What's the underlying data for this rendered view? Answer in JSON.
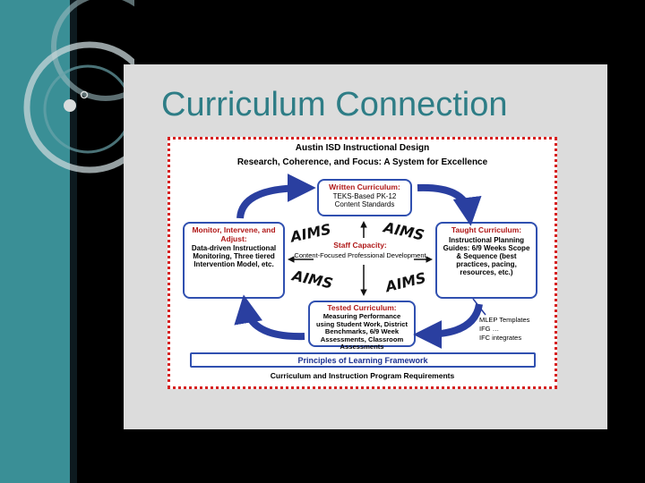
{
  "slide": {
    "title": "Curriculum Connection"
  },
  "diagram": {
    "heading1": "Austin ISD Instructional Design",
    "heading2": "Research, Coherence, and Focus: A System for Excellence",
    "written": {
      "title": "Written Curriculum:",
      "body": "TEKS-Based PK-12 Content Standards"
    },
    "monitor": {
      "title": "Monitor, Intervene, and Adjust:",
      "body": "Data-driven Instructional Monitoring, Three tiered Intervention Model, etc."
    },
    "taught": {
      "title": "Taught Curriculum:",
      "body": "Instructional Planning Guides: 6/9 Weeks Scope & Sequence (best practices, pacing, resources, etc.)"
    },
    "staff": {
      "title": "Staff Capacity:",
      "body": "Content-Focused Professional Development"
    },
    "tested": {
      "title": "Tested Curriculum:",
      "body": "Measuring Performance using Student Work, District Benchmarks, 6/9 Week Assessments, Classroom Assessments"
    },
    "aims": "AIMS",
    "mlep_note": [
      "MLEP Templates",
      "IFG …",
      "IFC integrates"
    ],
    "framework": "Principles of Learning Framework",
    "footer": "Curriculum and Instruction Program Requirements"
  },
  "colors": {
    "teal": "#3a8f96",
    "title": "#2e7d86",
    "panel": "#dcdcdc",
    "border_red": "#d62020",
    "box_blue": "#3050b0",
    "arrow_blue": "#2a3fa0"
  }
}
